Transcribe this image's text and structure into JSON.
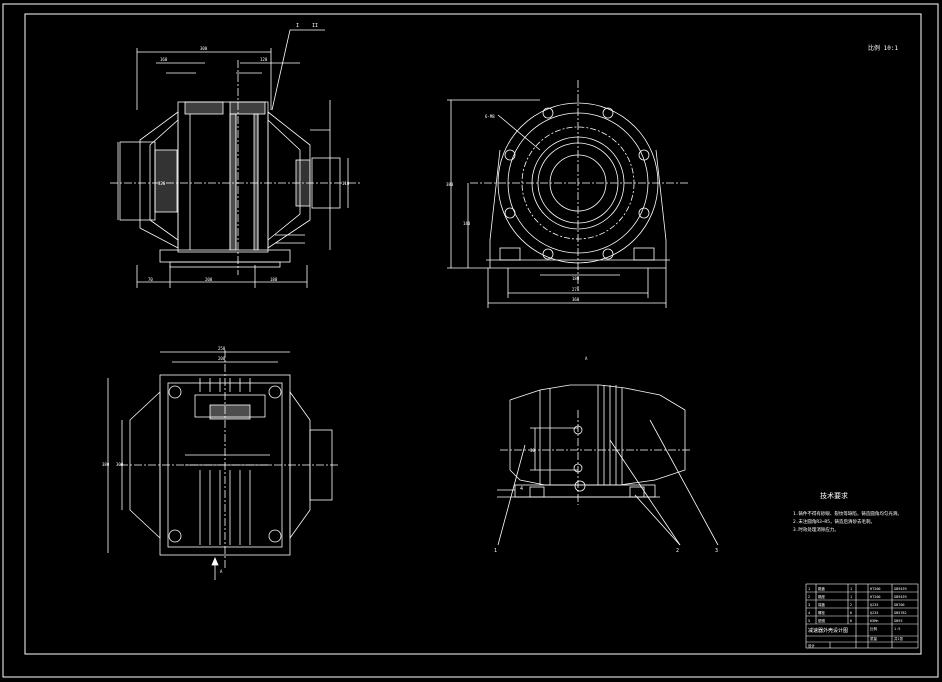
{
  "scale_note": "比例 10:1",
  "tech_req": {
    "title": "技术要求",
    "items": [
      "1.铸件不得有砂眼、裂纹等缺陷，铸造圆角均匀光滑。",
      "2.未注圆角R3~R5，铸造后清砂去毛刺。",
      "3.时效处理消除应力。"
    ]
  },
  "section_mark": "A",
  "top_mark": "I",
  "top_mark2": "II",
  "view_arrow": "A",
  "callouts": [
    "1",
    "2",
    "3",
    "4"
  ],
  "dims": {
    "front_top": "300",
    "front_sub_left": "160",
    "front_sub_right": "120",
    "front_left_height": "320",
    "front_right_height": "110",
    "front_bottom_left": "70",
    "front_bottom_mid": "200",
    "front_bottom_right": "180",
    "side_height": "380",
    "side_hole": "140",
    "side_base1": "180",
    "side_base2": "270",
    "side_base3": "360",
    "side_label": "6-M8",
    "top_width1": "250",
    "top_width2": "200",
    "top_height1": "380",
    "top_height2": "300",
    "section_height": "30"
  },
  "title_block": {
    "drawing_name": "减速器外壳设计图",
    "rows": [
      [
        "1",
        "箱盖",
        "1",
        "HT200",
        "GB9439"
      ],
      [
        "2",
        "箱座",
        "1",
        "HT200",
        "GB9439"
      ],
      [
        "3",
        "端盖",
        "2",
        "Q235",
        "GB700"
      ],
      [
        "4",
        "螺栓",
        "6",
        "Q235",
        "GB5782"
      ],
      [
        "5",
        "垫圈",
        "6",
        "65Mn",
        "GB93"
      ]
    ],
    "scale_label": "比例",
    "scale_value": "1:5",
    "sheet_label": "共1张",
    "mass_label": "质量",
    "author_label": "设计"
  }
}
